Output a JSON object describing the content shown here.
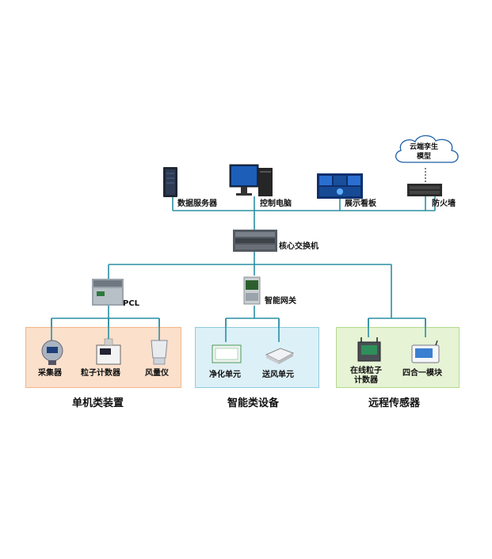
{
  "cloud": {
    "label_line1": "云端孪生",
    "label_line2": "模型"
  },
  "top_devices": {
    "data_server": "数据服务器",
    "control_pc": "控制电脑",
    "display_board": "展示看板",
    "firewall": "防火墙"
  },
  "core_switch": "核心交换机",
  "plc": "PCL",
  "smart_gateway": "智能网关",
  "groups": {
    "standalone": {
      "title": "单机类装置",
      "items": [
        "采集器",
        "粒子计数器",
        "风量仪"
      ]
    },
    "smart": {
      "title": "智能类设备",
      "items": [
        "净化单元",
        "送风单元"
      ]
    },
    "remote": {
      "title": "远程传感器",
      "items": [
        "在线粒子计数器",
        "四合一模块"
      ],
      "item0_line1": "在线粒子",
      "item0_line2": "计数器"
    }
  },
  "colors": {
    "line": "#2a8fa3",
    "panel_orange_fill": "#fbe0cc",
    "panel_orange_border": "#f3b58a",
    "panel_blue_fill": "#dcf0f7",
    "panel_blue_border": "#8dcbe0",
    "panel_green_fill": "#e6f3d5",
    "panel_green_border": "#b5d98e"
  }
}
